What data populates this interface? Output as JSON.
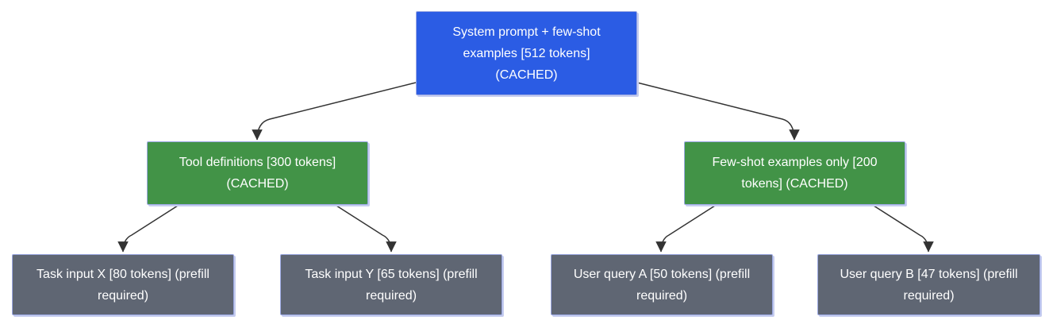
{
  "diagram": {
    "type": "tree-flowchart",
    "background": "#ffffff",
    "colors": {
      "root_fill": "#2b5ce4",
      "cached_fill": "#429347",
      "prefill_fill": "#5f6673",
      "node_border": "#9ba8e2",
      "node_text": "#ffffff",
      "arrow": "#333333"
    },
    "nodes": [
      {
        "id": "system-prompt",
        "kind": "root-cached",
        "label": "System prompt + few-shot examples [512 tokens] (CACHED)",
        "lines": [
          "System prompt + few-shot",
          "examples [512 tokens]",
          "(CACHED)"
        ]
      },
      {
        "id": "tool-definitions",
        "kind": "cached",
        "label": "Tool definitions [300 tokens] (CACHED)",
        "lines": [
          "Tool definitions [300 tokens]",
          "(CACHED)"
        ]
      },
      {
        "id": "few-shot-only",
        "kind": "cached",
        "label": "Few-shot examples only [200 tokens] (CACHED)",
        "lines": [
          "Few-shot examples only [200",
          "tokens] (CACHED)"
        ]
      },
      {
        "id": "task-input-x",
        "kind": "prefill",
        "label": "Task input X [80 tokens] (prefill required)",
        "lines": [
          "Task input X [80 tokens] (prefill",
          "required)"
        ]
      },
      {
        "id": "task-input-y",
        "kind": "prefill",
        "label": "Task input Y [65 tokens] (prefill required)",
        "lines": [
          "Task input Y [65 tokens] (prefill",
          "required)"
        ]
      },
      {
        "id": "user-query-a",
        "kind": "prefill",
        "label": "User query A [50 tokens] (prefill required)",
        "lines": [
          "User query A [50 tokens] (prefill",
          "required)"
        ]
      },
      {
        "id": "user-query-b",
        "kind": "prefill",
        "label": "User query B [47 tokens] (prefill required)",
        "lines": [
          "User query B [47 tokens] (prefill",
          "required)"
        ]
      }
    ],
    "edges": [
      {
        "from": "system-prompt",
        "to": "tool-definitions"
      },
      {
        "from": "system-prompt",
        "to": "few-shot-only"
      },
      {
        "from": "tool-definitions",
        "to": "task-input-x"
      },
      {
        "from": "tool-definitions",
        "to": "task-input-y"
      },
      {
        "from": "few-shot-only",
        "to": "user-query-a"
      },
      {
        "from": "few-shot-only",
        "to": "user-query-b"
      }
    ]
  }
}
